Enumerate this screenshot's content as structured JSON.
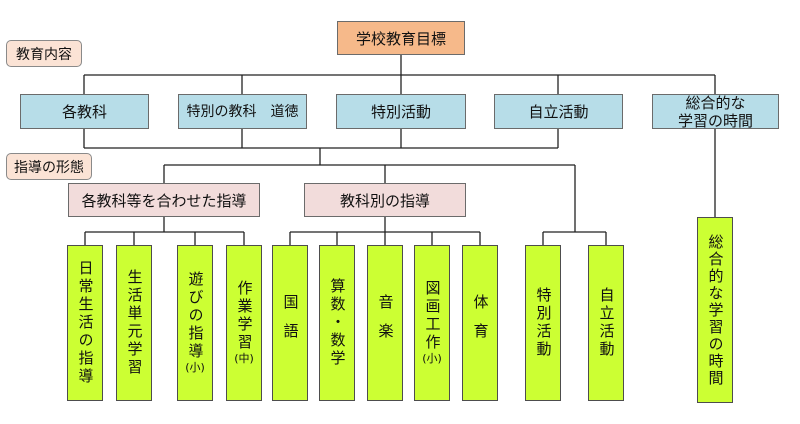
{
  "root": "学校教育目標",
  "labels": {
    "content": "教育内容",
    "form": "指導の形態"
  },
  "level1": {
    "kaku": "各教科",
    "toku_kyouka": "特別の教科　道徳",
    "tokubetsu": "特別活動",
    "jiritsu": "自立活動",
    "sougou_line1": "総合的な",
    "sougou_line2": "学習の時間"
  },
  "level2": {
    "awase": "各教科等を合わせた指導",
    "betsu": "教科別の指導"
  },
  "leaves": {
    "nichijo": "日常生活の指導",
    "seikatsu": "生活単元学習",
    "asobi": "遊びの指導",
    "asobi_note": "(小)",
    "sagyo": "作業学習",
    "sagyo_note": "(中)",
    "kokugo": "国語",
    "sansu": "算数・数学",
    "ongaku": "音楽",
    "zuga": "図画工作",
    "zuga_note": "(小)",
    "taiiku": "体育",
    "tokkatsu": "特別活動",
    "jiritsu": "自立活動",
    "sougou": "総合的な学習の時間"
  },
  "colors": {
    "root": "#f6b98a",
    "level1": "#b7dde8",
    "level2": "#f2dcdb",
    "leaf": "#ccff33",
    "tag": "#fbe3d5"
  }
}
